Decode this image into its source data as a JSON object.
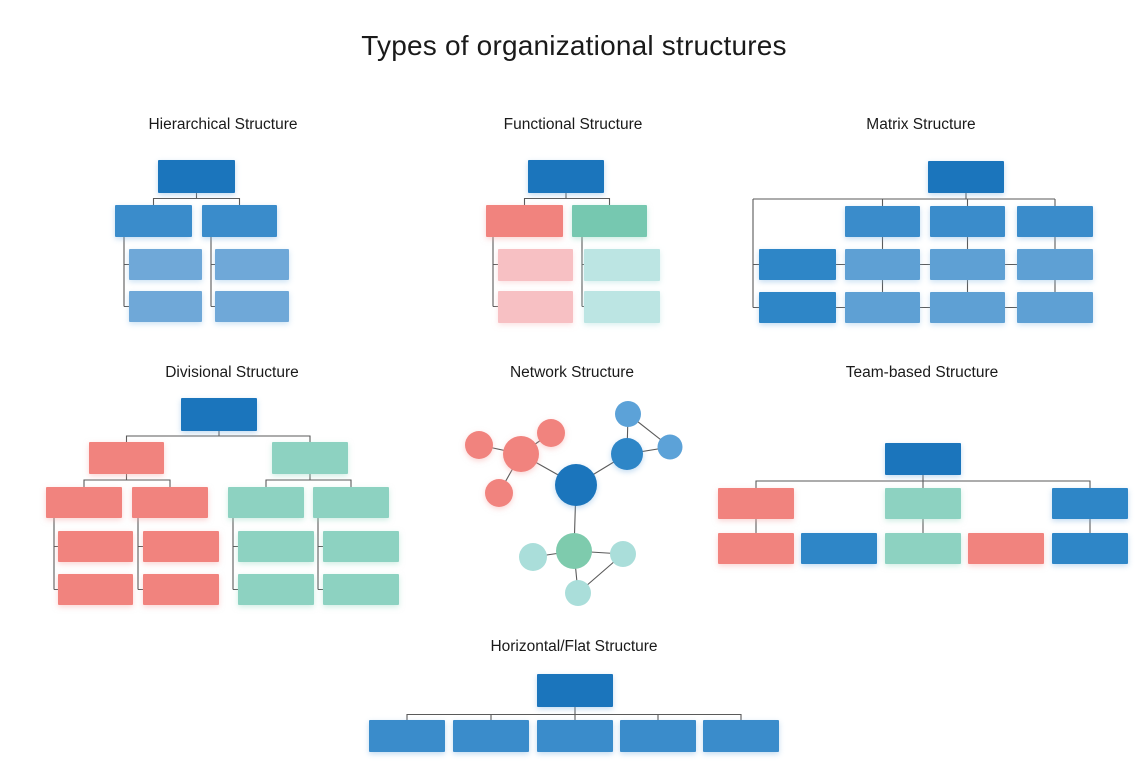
{
  "page": {
    "title": "Types of organizational structures"
  },
  "palette": {
    "background": "#ffffff",
    "text": "#1a1a1a",
    "line": "#5a5a5a",
    "root_blue": "#1B75BC",
    "mid_blue": "#3A8CCB",
    "light_blue": "#6FA8D8",
    "grid_blue": "#5EA0D4",
    "leader_blue": "#2E86C7",
    "salmon": "#F1837E",
    "pink": "#F7C0C3",
    "teal": "#76C8B0",
    "teal_light": "#BCE5E3",
    "mint": "#8DD2C1",
    "net_blue_small": "#5CA2D8",
    "net_teal": "#7ECBAD",
    "net_teal_small": "#AADEDA"
  },
  "diagrams": [
    {
      "id": "hierarchical",
      "title": "Hierarchical Structure"
    },
    {
      "id": "functional",
      "title": "Functional Structure"
    },
    {
      "id": "matrix",
      "title": "Matrix Structure"
    },
    {
      "id": "divisional",
      "title": "Divisional Structure"
    },
    {
      "id": "network",
      "title": "Network Structure"
    },
    {
      "id": "team",
      "title": "Team-based Structure"
    },
    {
      "id": "flat",
      "title": "Horizontal/Flat Structure"
    }
  ]
}
